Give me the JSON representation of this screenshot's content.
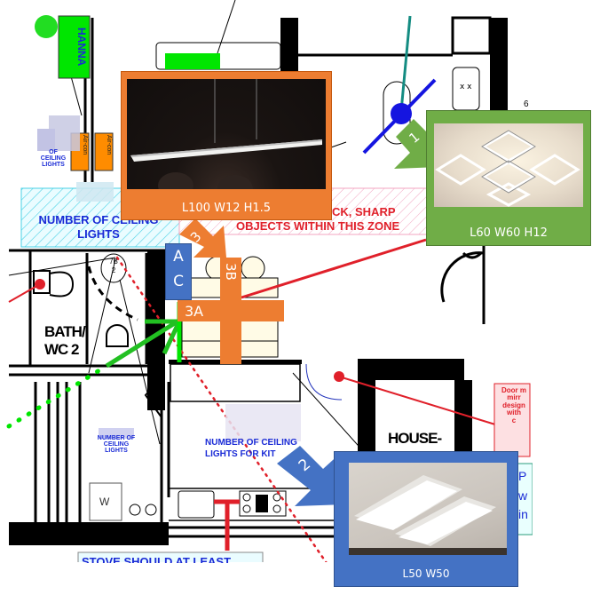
{
  "floorplan": {
    "labels": {
      "name_tag": "HANNA",
      "aircon_1": "Air-con",
      "aircon_2": "Air-con",
      "ceiling_lights_small": "OF CEILING LIGHTS",
      "ceiling_lights_zone": "NUMBER OF CEILING LIGHTS",
      "hazard_zone_line1": "CK, SHARP",
      "hazard_zone_line2": "OBJECTS WITHIN THIS ZONE",
      "bath": "BATH/",
      "wc": "WC 2",
      "door_tag_top": "7B",
      "door_tag_bottom": "2",
      "room_number": "6",
      "laundry_lights": "NUMBER OF CEILING LIGHTS",
      "washer": "W",
      "kitchen_lights_line1": "NUMBER OF CEILING",
      "kitchen_lights_line2": "LIGHTS FOR KIT",
      "household": "HOUSE-",
      "door_note_lines": [
        "Door m",
        "mirr",
        "design",
        "with",
        "c"
      ],
      "side_note_lines": [
        "P",
        "w",
        "in"
      ],
      "stove_note": "STOVE SHOULD AT LEAST"
    }
  },
  "annotations": {
    "ac_marker": {
      "line1": "A",
      "line2": "C"
    },
    "zone_3a": "3A",
    "zone_3b": "3B",
    "arrow_1": "1",
    "arrow_2": "2",
    "arrow_3": "3"
  },
  "fixtures": [
    {
      "id": "pendant",
      "caption": "L100 W12 H1.5",
      "color": "#ed7d31"
    },
    {
      "id": "chandelier",
      "caption": "L60 W60 H12",
      "color": "#70ad47"
    },
    {
      "id": "flush-panel",
      "caption": "L50 W50",
      "color": "#4472c4"
    }
  ],
  "colors": {
    "orange": "#ed7d31",
    "green": "#70ad47",
    "blue": "#4472c4",
    "marker_green": "#00e600",
    "plan_blue": "#1a2bd6",
    "plan_red": "#e0202a",
    "teal": "#148c82"
  }
}
